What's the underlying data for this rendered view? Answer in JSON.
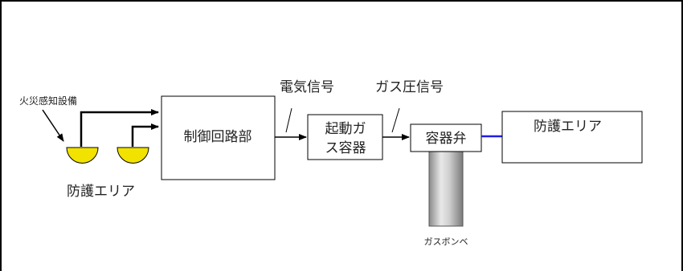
{
  "diagram": {
    "detector_label": "火災感知設備",
    "protected_area_left": "防護エリア",
    "control_unit": "制御回路部",
    "electric_signal": "電気信号",
    "starter_line1": "起動ガ",
    "starter_line2": "ス容器",
    "gas_pressure_signal": "ガス圧信号",
    "container_valve": "容器弁",
    "protected_area_right": "防護エリア",
    "gas_cylinder": "ガスボンベ",
    "colors": {
      "detector_fill": "#f2e200",
      "blue_arrow": "#1f1fe0"
    }
  }
}
